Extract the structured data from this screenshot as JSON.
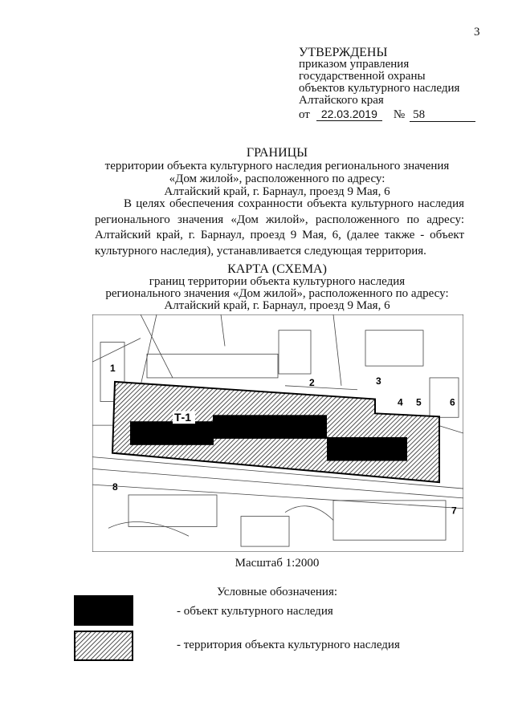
{
  "page_number": "3",
  "approval": {
    "title": "УТВЕРЖДЕНЫ",
    "lines": [
      "приказом управления",
      "государственной охраны",
      "объектов культурного наследия",
      "Алтайского края"
    ],
    "date_prefix": "от",
    "date": "22.03.2019",
    "number_prefix": "№",
    "number": "58"
  },
  "heading": {
    "title": "ГРАНИЦЫ",
    "lines": [
      "территории объекта культурного наследия регионального значения",
      "«Дом жилой», расположенного по адресу:",
      "Алтайский край, г. Барнаул, проезд 9 Мая, 6"
    ]
  },
  "paragraph": "В целях обеспечения сохранности объекта культурного наследия регионального значения «Дом жилой», расположенного по адресу: Алтайский край, г. Барнаул, проезд 9 Мая, 6, (далее также - объект культурного наследия), устанавливается следующая территория.",
  "map_heading": {
    "title": "КАРТА (СХЕМА)",
    "lines": [
      "границ территории объекта культурного наследия",
      "регионального значения «Дом жилой», расположенного по адресу:",
      "Алтайский край, г. Барнаул, проезд 9 Мая, 6"
    ]
  },
  "map": {
    "zone_label": "Т-1",
    "point_labels": [
      "1",
      "2",
      "3",
      "4",
      "5",
      "6",
      "7",
      "8"
    ]
  },
  "scale": "Масштаб 1:2000",
  "legend": {
    "title": "Условные обозначения:",
    "items": [
      {
        "label": "- объект культурного наследия",
        "fill": "#000000"
      },
      {
        "label": "- территория объекта культурного наследия",
        "fill": "hatched"
      }
    ]
  }
}
